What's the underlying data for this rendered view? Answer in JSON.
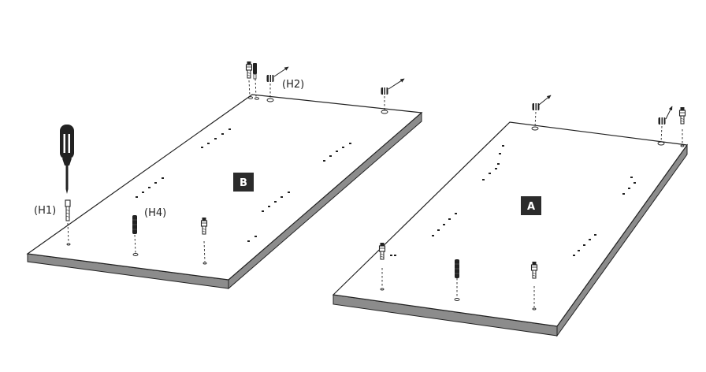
{
  "labels": {
    "h1": "(H1)",
    "h2": "(H2)",
    "h4": "(H4)"
  },
  "panels": {
    "b": {
      "badge": "B"
    },
    "a": {
      "badge": "A"
    }
  },
  "colors": {
    "outline": "#222222",
    "edge": "#8c8c8c",
    "face": "#ffffff",
    "badge": "#2b2b2b"
  },
  "icons": [
    "screwdriver-icon",
    "cam-bolt-icon",
    "cam-lock-icon",
    "wooden-dowel-icon",
    "direction-arrow-icon"
  ]
}
